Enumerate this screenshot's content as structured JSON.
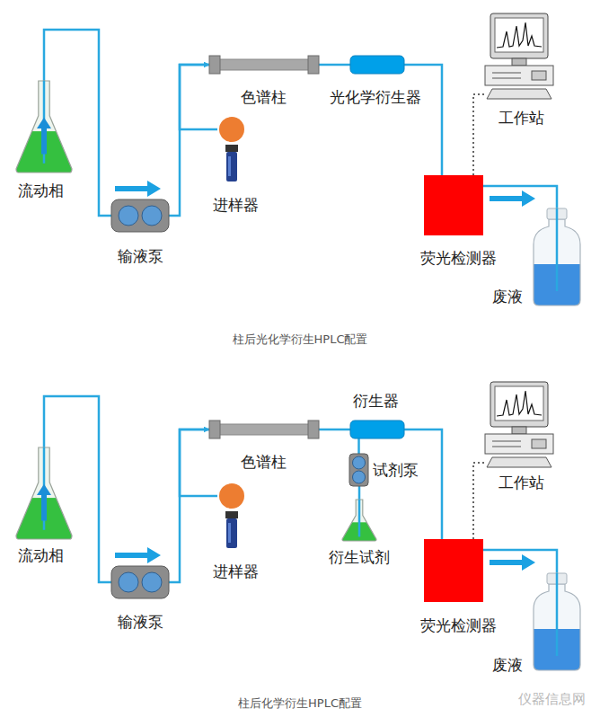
{
  "diagram": {
    "nodes": [
      {
        "text": [
          "流动相"
        ]
      },
      {
        "text": [
          "输液泵"
        ]
      },
      {
        "text": [
          "进样器"
        ]
      },
      {
        "text": [
          "色谱柱"
        ]
      },
      {
        "text": [
          "光化学衍生器"
        ]
      },
      {
        "text": [
          "工作站"
        ]
      },
      {
        "text": [
          "荧光检测器"
        ]
      },
      {
        "text": [
          "废液"
        ]
      },
      {
        "text": [
          "流动相"
        ]
      },
      {
        "text": [
          "输液泵"
        ]
      },
      {
        "text": [
          "进样器"
        ]
      },
      {
        "text": [
          "色谱柱"
        ]
      },
      {
        "text": [
          "衍生器"
        ]
      },
      {
        "text": [
          "试剂泵"
        ]
      },
      {
        "text": [
          "衍生试剂"
        ]
      },
      {
        "text": [
          "工作站"
        ]
      },
      {
        "text": [
          "荧光检测器"
        ]
      },
      {
        "text": [
          "废液"
        ]
      }
    ],
    "edges": [
      {
        "from": 0,
        "to": 1,
        "arrow": "none"
      },
      {
        "from": 1,
        "to": 3,
        "arrow": "none"
      },
      {
        "from": 2,
        "to": 3,
        "arrow": "to"
      },
      {
        "from": 3,
        "to": 4,
        "arrow": "none"
      },
      {
        "from": 4,
        "to": 6,
        "arrow": "none"
      },
      {
        "from": 6,
        "to": 7,
        "arrow": "none"
      },
      {
        "from": 6,
        "to": 5,
        "arrow": "none"
      },
      {
        "from": 8,
        "to": 9,
        "arrow": "none"
      },
      {
        "from": 9,
        "to": 11,
        "arrow": "none"
      },
      {
        "from": 10,
        "to": 11,
        "arrow": "to"
      },
      {
        "from": 11,
        "to": 12,
        "arrow": "none"
      },
      {
        "from": 14,
        "to": 13,
        "arrow": "none"
      },
      {
        "from": 13,
        "to": 12,
        "arrow": "none"
      },
      {
        "from": 12,
        "to": 16,
        "arrow": "none"
      },
      {
        "from": 16,
        "to": 17,
        "arrow": "none"
      },
      {
        "from": 16,
        "to": 15,
        "arrow": "none"
      }
    ],
    "labels": [
      "柱后光化学衍生HPLC配置",
      "柱后化学衍生HPLC配置",
      "仪器信息网"
    ]
  }
}
